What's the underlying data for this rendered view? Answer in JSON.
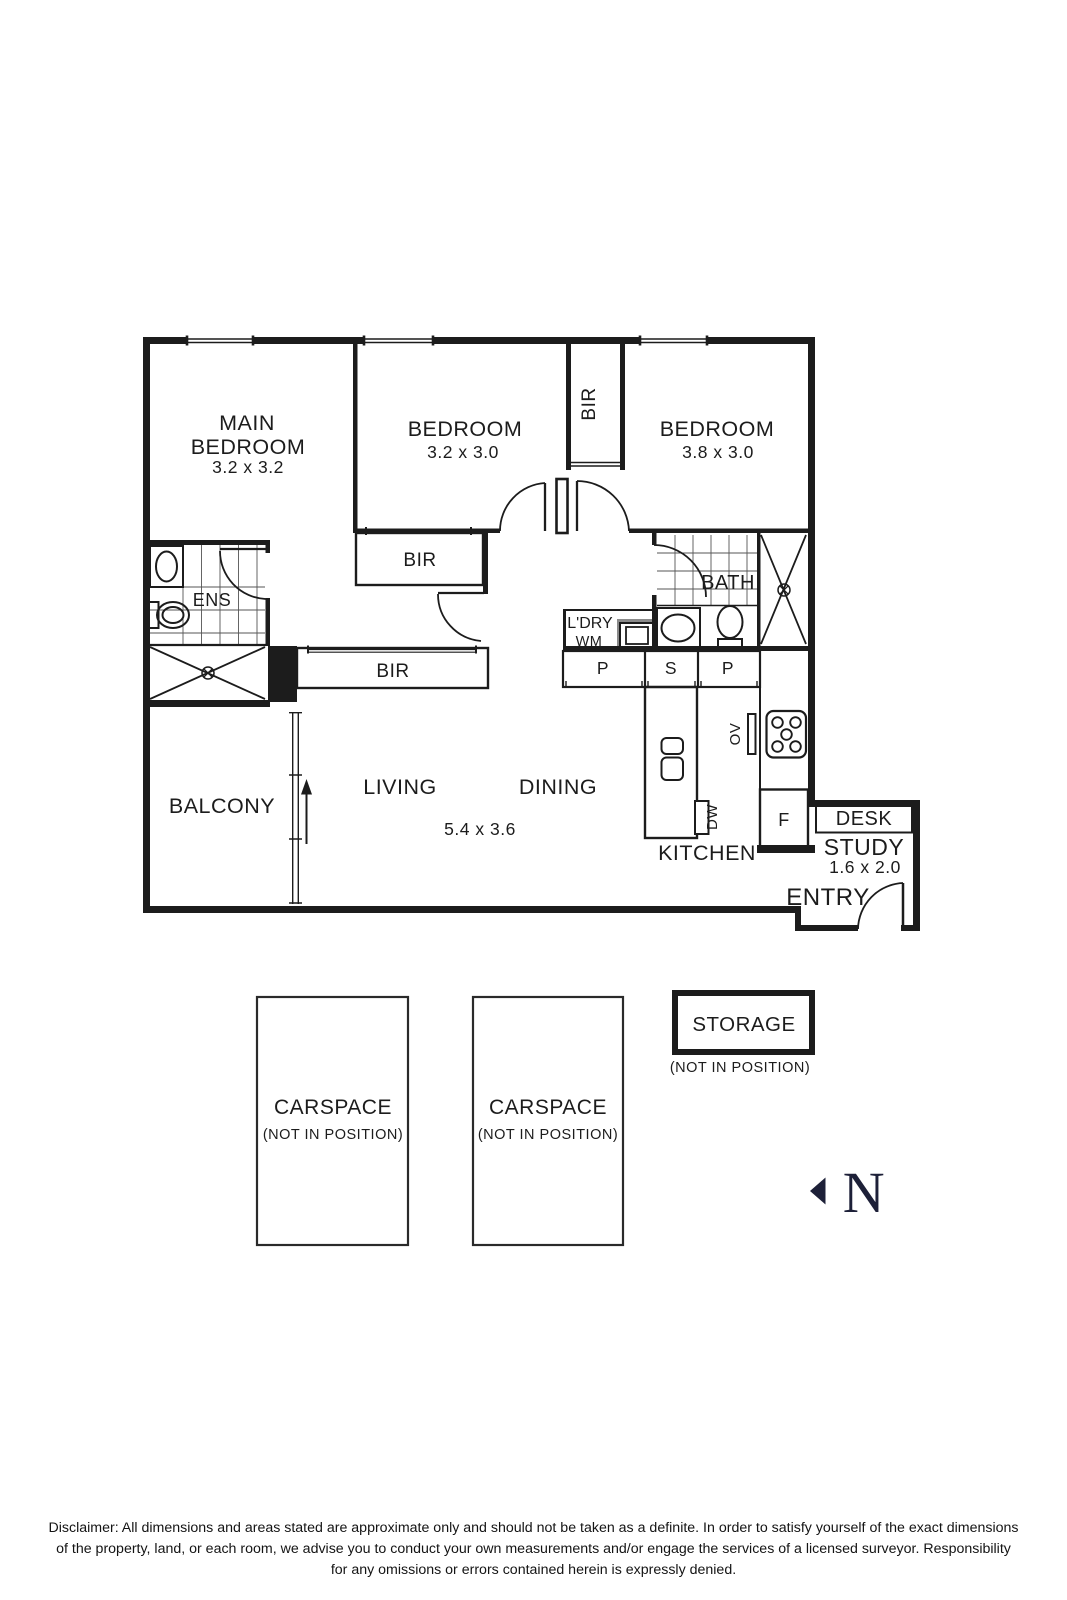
{
  "plan": {
    "main_bedroom": {
      "line1": "MAIN",
      "line2": "BEDROOM",
      "dims": "3.2 x 3.2"
    },
    "bedroom2": {
      "name": "BEDROOM",
      "dims": "3.2 x 3.0"
    },
    "bedroom3": {
      "name": "BEDROOM",
      "dims": "3.8 x 3.0"
    },
    "bir_closet": "BIR",
    "bir_bed2": "BIR",
    "bir_main": "BIR",
    "ens": "ENS",
    "bath": "BATH",
    "laundry": "L'DRY",
    "wm": "WM",
    "pantry_left": "P",
    "shelf": "S",
    "pantry_right": "P",
    "oven": "OV",
    "dishwasher": "DW",
    "fridge": "F",
    "kitchen": "KITCHEN",
    "living": "LIVING",
    "dining": "DINING",
    "living_dims": "5.4 x 3.6",
    "balcony": "BALCONY",
    "desk": "DESK",
    "study": "STUDY",
    "study_dims": "1.6 x 2.0",
    "entry": "ENTRY"
  },
  "parking": {
    "carspace1": {
      "label": "CARSPACE",
      "note": "(NOT IN POSITION)"
    },
    "carspace2": {
      "label": "CARSPACE",
      "note": "(NOT IN POSITION)"
    },
    "storage": {
      "label": "STORAGE",
      "note": "(NOT IN POSITION)"
    }
  },
  "compass": {
    "north": "N"
  },
  "disclaimer": {
    "line1": "Disclaimer: All dimensions and areas stated are approximate only and should not be taken as a definite. In order to satisfy yourself of the exact dimensions",
    "line2": "of the property, land, or each room, we advise you to conduct your own measurements and/or engage the services of a licensed surveyor. Responsibility",
    "line3": "for any omissions or errors contained herein is expressly denied."
  },
  "colors": {
    "ink": "#1c1c1c",
    "compass_navy": "#1d2038",
    "appliance_shade": "#8a8a8a",
    "tile_line": "#555555"
  }
}
